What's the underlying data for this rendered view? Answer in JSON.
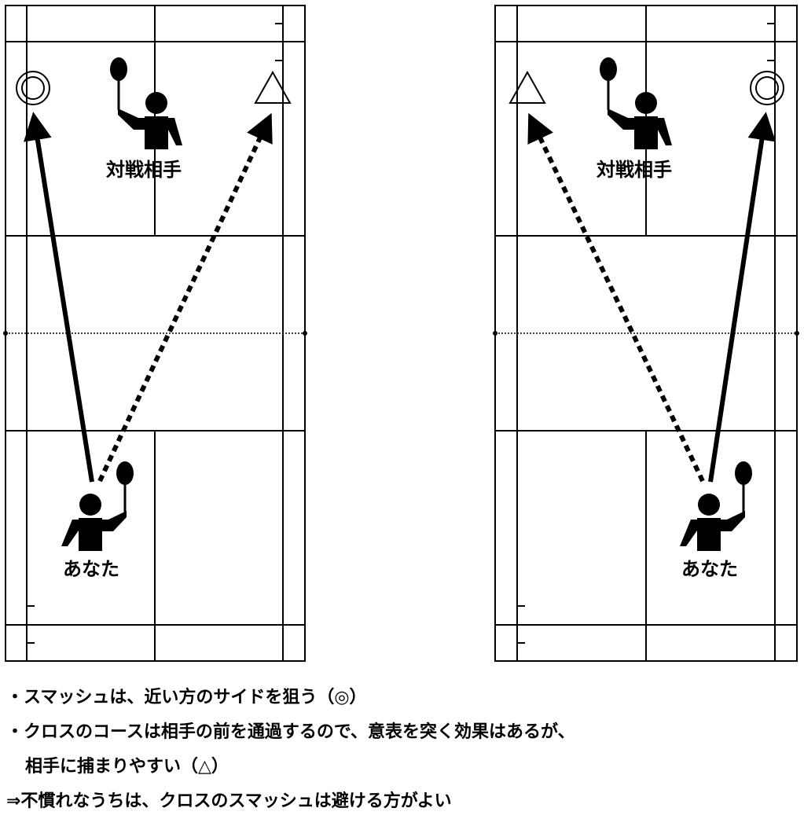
{
  "diagram": {
    "courts": [
      {
        "opponent_label": "対戦相手",
        "player_label": "あなた",
        "straight_mark": "◎",
        "cross_mark": "△"
      },
      {
        "opponent_label": "対戦相手",
        "player_label": "あなた",
        "straight_mark": "◎",
        "cross_mark": "△"
      }
    ]
  },
  "notes": {
    "line1": "・スマッシュは、近い方のサイドを狙う（◎）",
    "line2": "・クロスのコースは相手の前を通過するので、意表を突く効果はあるが、",
    "line3": "相手に捕まりやすい（△）",
    "line4": "⇒不慣れなうちは、クロスのスマッシュは避ける方がよい"
  },
  "colors": {
    "line": "#000000",
    "background": "#ffffff"
  }
}
